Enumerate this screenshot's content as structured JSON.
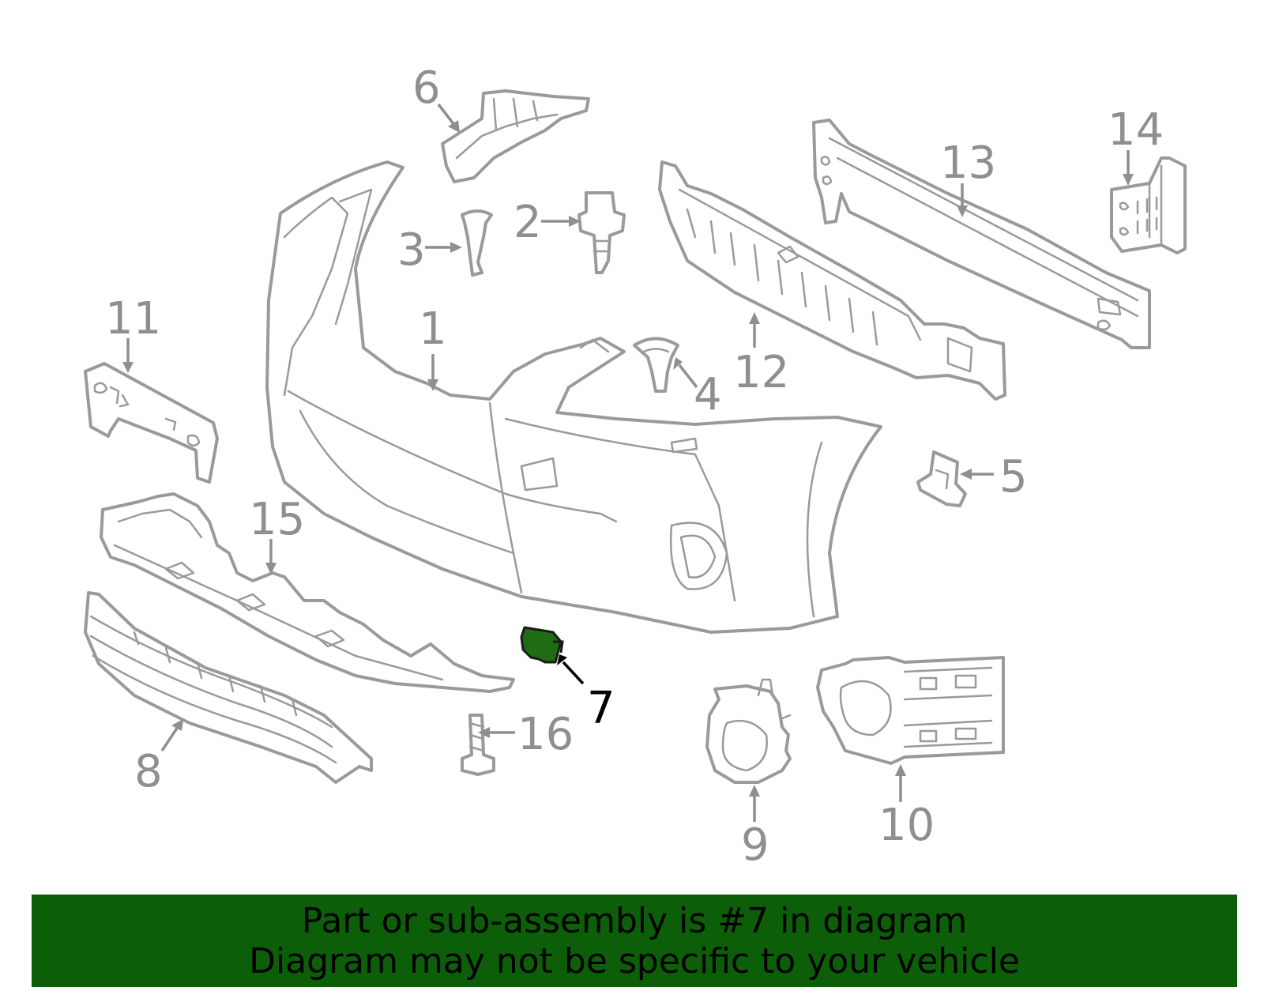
{
  "diagram": {
    "callouts": [
      {
        "id": "1",
        "label": "1"
      },
      {
        "id": "2",
        "label": "2"
      },
      {
        "id": "3",
        "label": "3"
      },
      {
        "id": "4",
        "label": "4"
      },
      {
        "id": "5",
        "label": "5"
      },
      {
        "id": "6",
        "label": "6"
      },
      {
        "id": "7",
        "label": "7",
        "highlighted": true
      },
      {
        "id": "8",
        "label": "8"
      },
      {
        "id": "9",
        "label": "9"
      },
      {
        "id": "10",
        "label": "10"
      },
      {
        "id": "11",
        "label": "11"
      },
      {
        "id": "12",
        "label": "12"
      },
      {
        "id": "13",
        "label": "13"
      },
      {
        "id": "14",
        "label": "14"
      },
      {
        "id": "15",
        "label": "15"
      },
      {
        "id": "16",
        "label": "16"
      }
    ],
    "colors": {
      "part_line": "#9a9a9a",
      "highlight_part": "#1f6d12",
      "banner_background": "#0d5e08",
      "banner_text": "#000000"
    }
  },
  "banner": {
    "line1": "Part or sub-assembly is #7 in diagram",
    "line2": "Diagram may not be specific to your vehicle"
  }
}
